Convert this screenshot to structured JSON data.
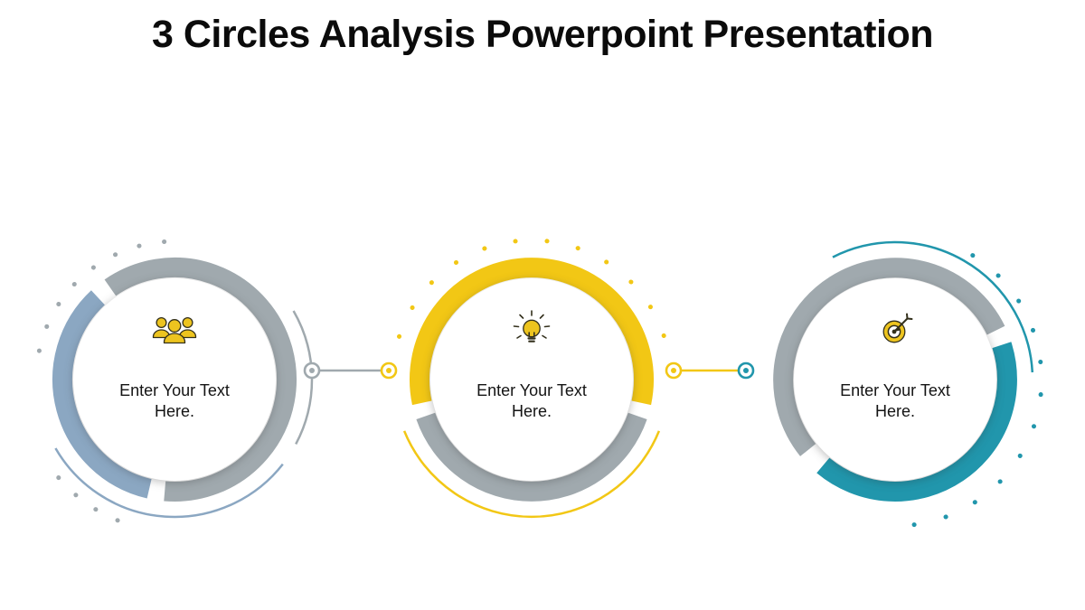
{
  "title": "3 Circles Analysis Powerpoint Presentation",
  "colors": {
    "gray": "#a0a9ae",
    "blue": "#8ba7c2",
    "yellow": "#f2c715",
    "teal": "#2196ac",
    "iconYellow": "#edc41f",
    "iconDark": "#33301c",
    "text": "#141414",
    "titleText": "#0b0b0b"
  },
  "circles": [
    {
      "name": "circle-1",
      "icon": "people-icon",
      "accent": "blue",
      "label": "Enter Your Text Here."
    },
    {
      "name": "circle-2",
      "icon": "lightbulb-icon",
      "accent": "yellow",
      "label": "Enter Your Text Here."
    },
    {
      "name": "circle-3",
      "icon": "target-icon",
      "accent": "teal",
      "label": "Enter Your Text Here."
    }
  ]
}
